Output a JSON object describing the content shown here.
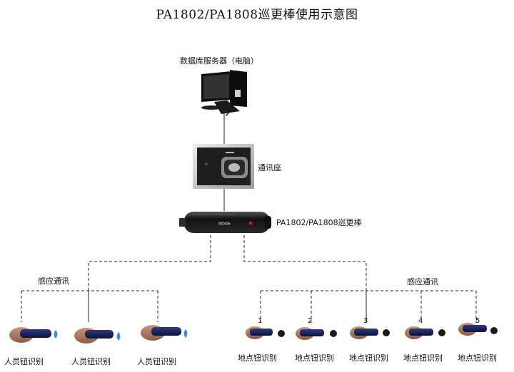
{
  "title": "PA1802/PA1808巡更棒使用示意图",
  "server_label": "数据库服务器（电脑）",
  "dock_label": "通讯座",
  "stick_label": "PA1802/PA1808巡更棒",
  "stick_brand": "M006",
  "left_group_label": "感应通讯",
  "right_group_label": "感应通讯",
  "person_labels": [
    "人员钮识别",
    "人员钮识别",
    "人员钮识别"
  ],
  "point_labels": [
    "地点钮识别",
    "地点钮识别",
    "地点钮识别",
    "地点钮识别",
    "地点钮识别"
  ],
  "point_numbers": [
    "1",
    "2",
    "3",
    "4",
    "5"
  ],
  "colors": {
    "device_dark": "#1a1a1a",
    "tag_blue": "#3a8fd6",
    "line": "#222222"
  }
}
